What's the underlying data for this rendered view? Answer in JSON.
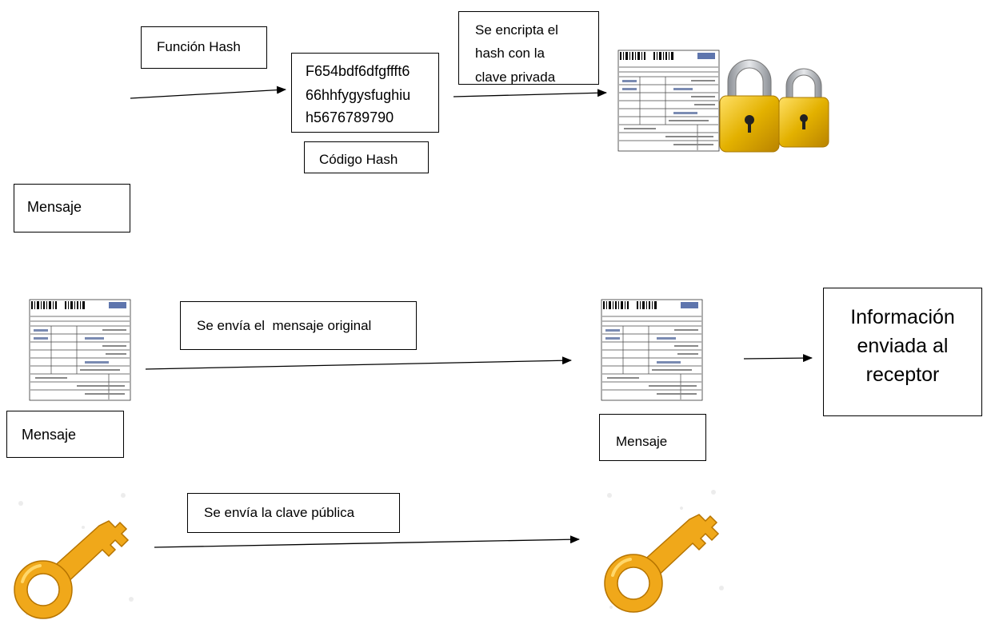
{
  "diagram": {
    "labels": {
      "hash_function": "Función Hash",
      "hash_code_line1": "F654bdf6dfgffft6",
      "hash_code_line2": "66hhfygysfughiu",
      "hash_code_line3": "h5676789790",
      "hash_code_caption": "Código Hash",
      "encrypt_line1": "Se encripta el",
      "encrypt_line2": "hash con la",
      "encrypt_line3": "clave privada",
      "message_top": "Mensaje",
      "send_original": "Se envía el  mensaje original",
      "message_left": "Mensaje",
      "message_right": "Mensaje",
      "info_line1": "Información",
      "info_line2": "enviada al",
      "info_line3": "receptor",
      "send_public_key": "Se envía la clave pública"
    },
    "icons": [
      "document-icon",
      "padlock-icon",
      "key-icon",
      "arrow-icon"
    ],
    "colors": {
      "lock_gold": "#e3b100",
      "lock_shackle": "#b9bcc0",
      "key_gold": "#f0a81a"
    }
  }
}
